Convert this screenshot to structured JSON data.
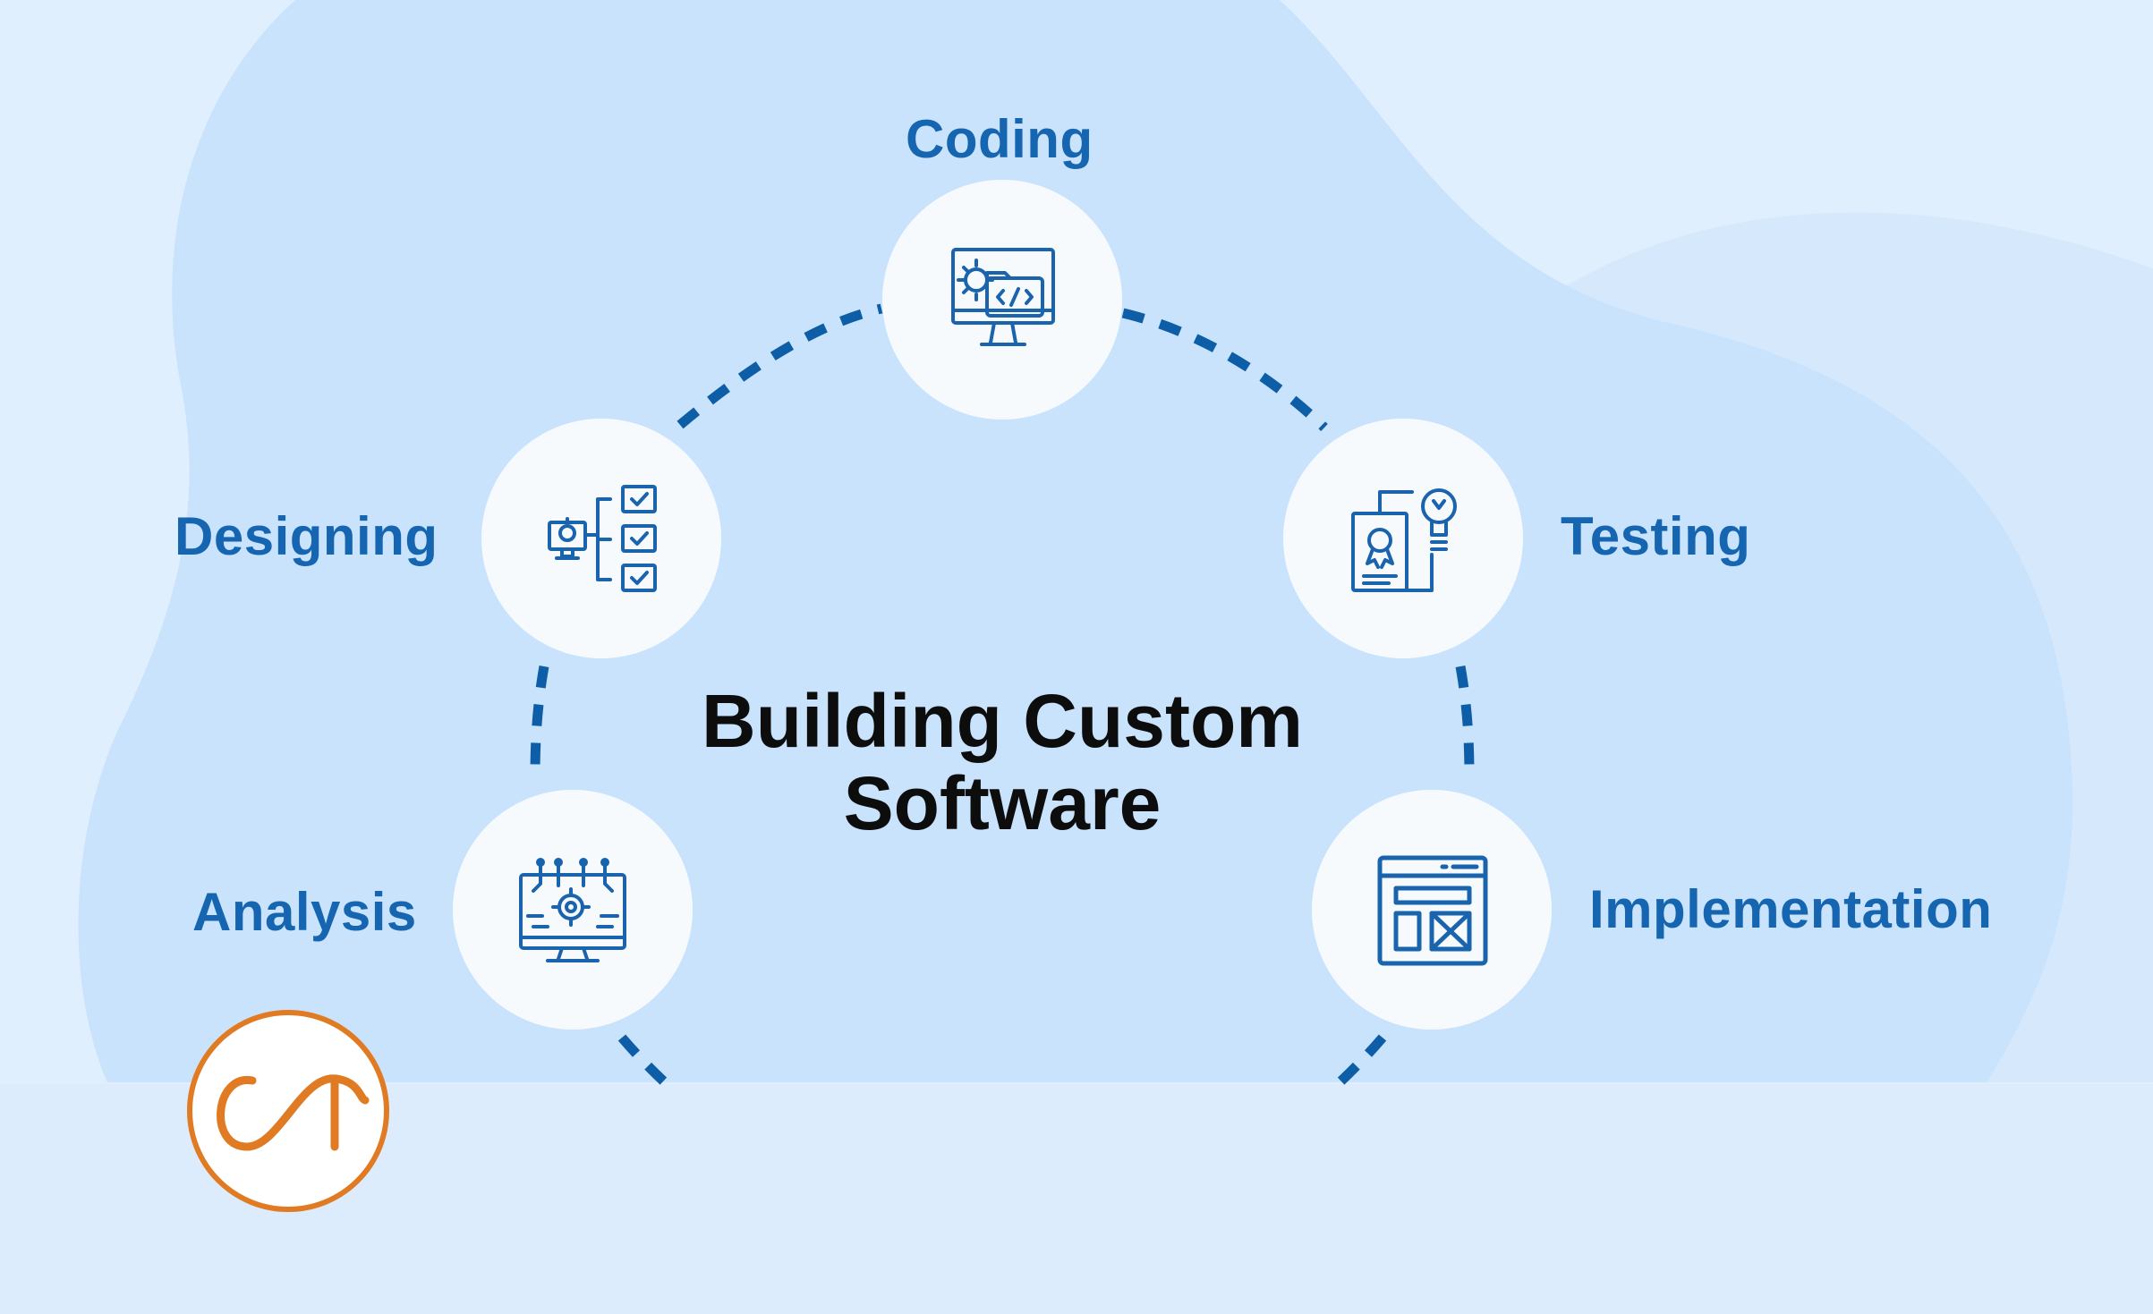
{
  "diagram": {
    "center_title": [
      "Building Custom",
      "Software"
    ],
    "stages": [
      {
        "key": "coding",
        "label": "Coding",
        "icon": "monitor-code-gear-icon"
      },
      {
        "key": "testing",
        "label": "Testing",
        "icon": "certificate-lightbulb-icon"
      },
      {
        "key": "implementation",
        "label": "Implementation",
        "icon": "browser-layout-icon"
      },
      {
        "key": "analysis",
        "label": "Analysis",
        "icon": "monitor-circuit-gear-icon"
      },
      {
        "key": "designing",
        "label": "Designing",
        "icon": "flowchart-checklist-icon"
      }
    ]
  },
  "logo": {
    "name": "ct-logo",
    "lettering": "CT"
  },
  "colors": {
    "background": "#e0effd",
    "blob": "#c8e3fb",
    "label_blue": "#1565b1",
    "dash_blue": "#0e5ea7",
    "node_white": "#f7fafd",
    "logo_orange": "#e07b24",
    "title_black": "#0d0d0d"
  }
}
